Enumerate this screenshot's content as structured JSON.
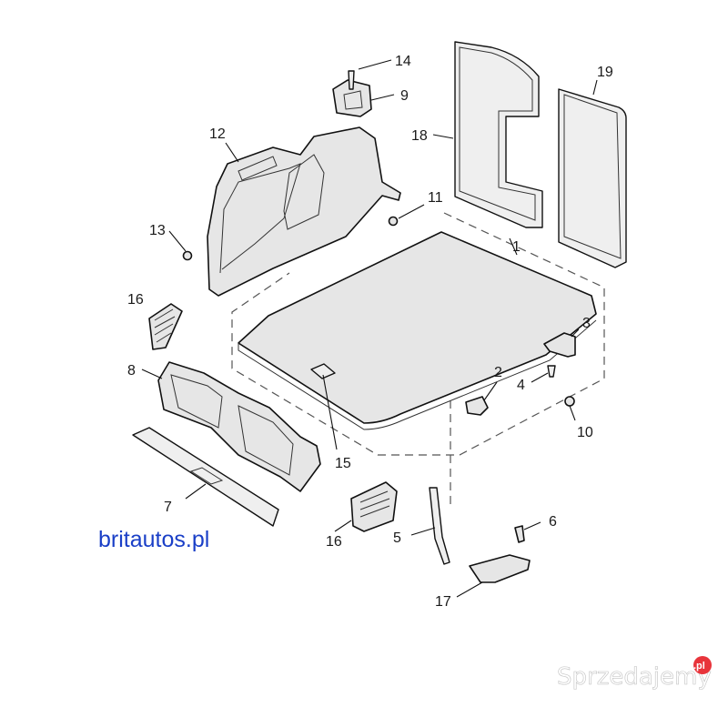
{
  "diagram": {
    "callouts": [
      {
        "id": "1",
        "text": "1"
      },
      {
        "id": "2",
        "text": "2"
      },
      {
        "id": "3",
        "text": "3"
      },
      {
        "id": "4",
        "text": "4"
      },
      {
        "id": "5",
        "text": "5"
      },
      {
        "id": "6",
        "text": "6"
      },
      {
        "id": "7",
        "text": "7"
      },
      {
        "id": "8",
        "text": "8"
      },
      {
        "id": "9",
        "text": "9"
      },
      {
        "id": "10",
        "text": "10"
      },
      {
        "id": "11",
        "text": "11"
      },
      {
        "id": "12",
        "text": "12"
      },
      {
        "id": "13",
        "text": "13"
      },
      {
        "id": "14",
        "text": "14"
      },
      {
        "id": "15",
        "text": "15"
      },
      {
        "id": "16a",
        "text": "16"
      },
      {
        "id": "16b",
        "text": "16"
      },
      {
        "id": "17",
        "text": "17"
      },
      {
        "id": "18",
        "text": "18"
      },
      {
        "id": "19",
        "text": "19"
      }
    ]
  },
  "website_label": "britautos.pl",
  "watermark": {
    "text": "Sprzedajemy",
    "badge": ".pl",
    "badge_color": "#e8343b"
  },
  "colors": {
    "link_blue": "#1a3fc7",
    "line": "#111111",
    "part_fill": "#e6e6e6"
  }
}
